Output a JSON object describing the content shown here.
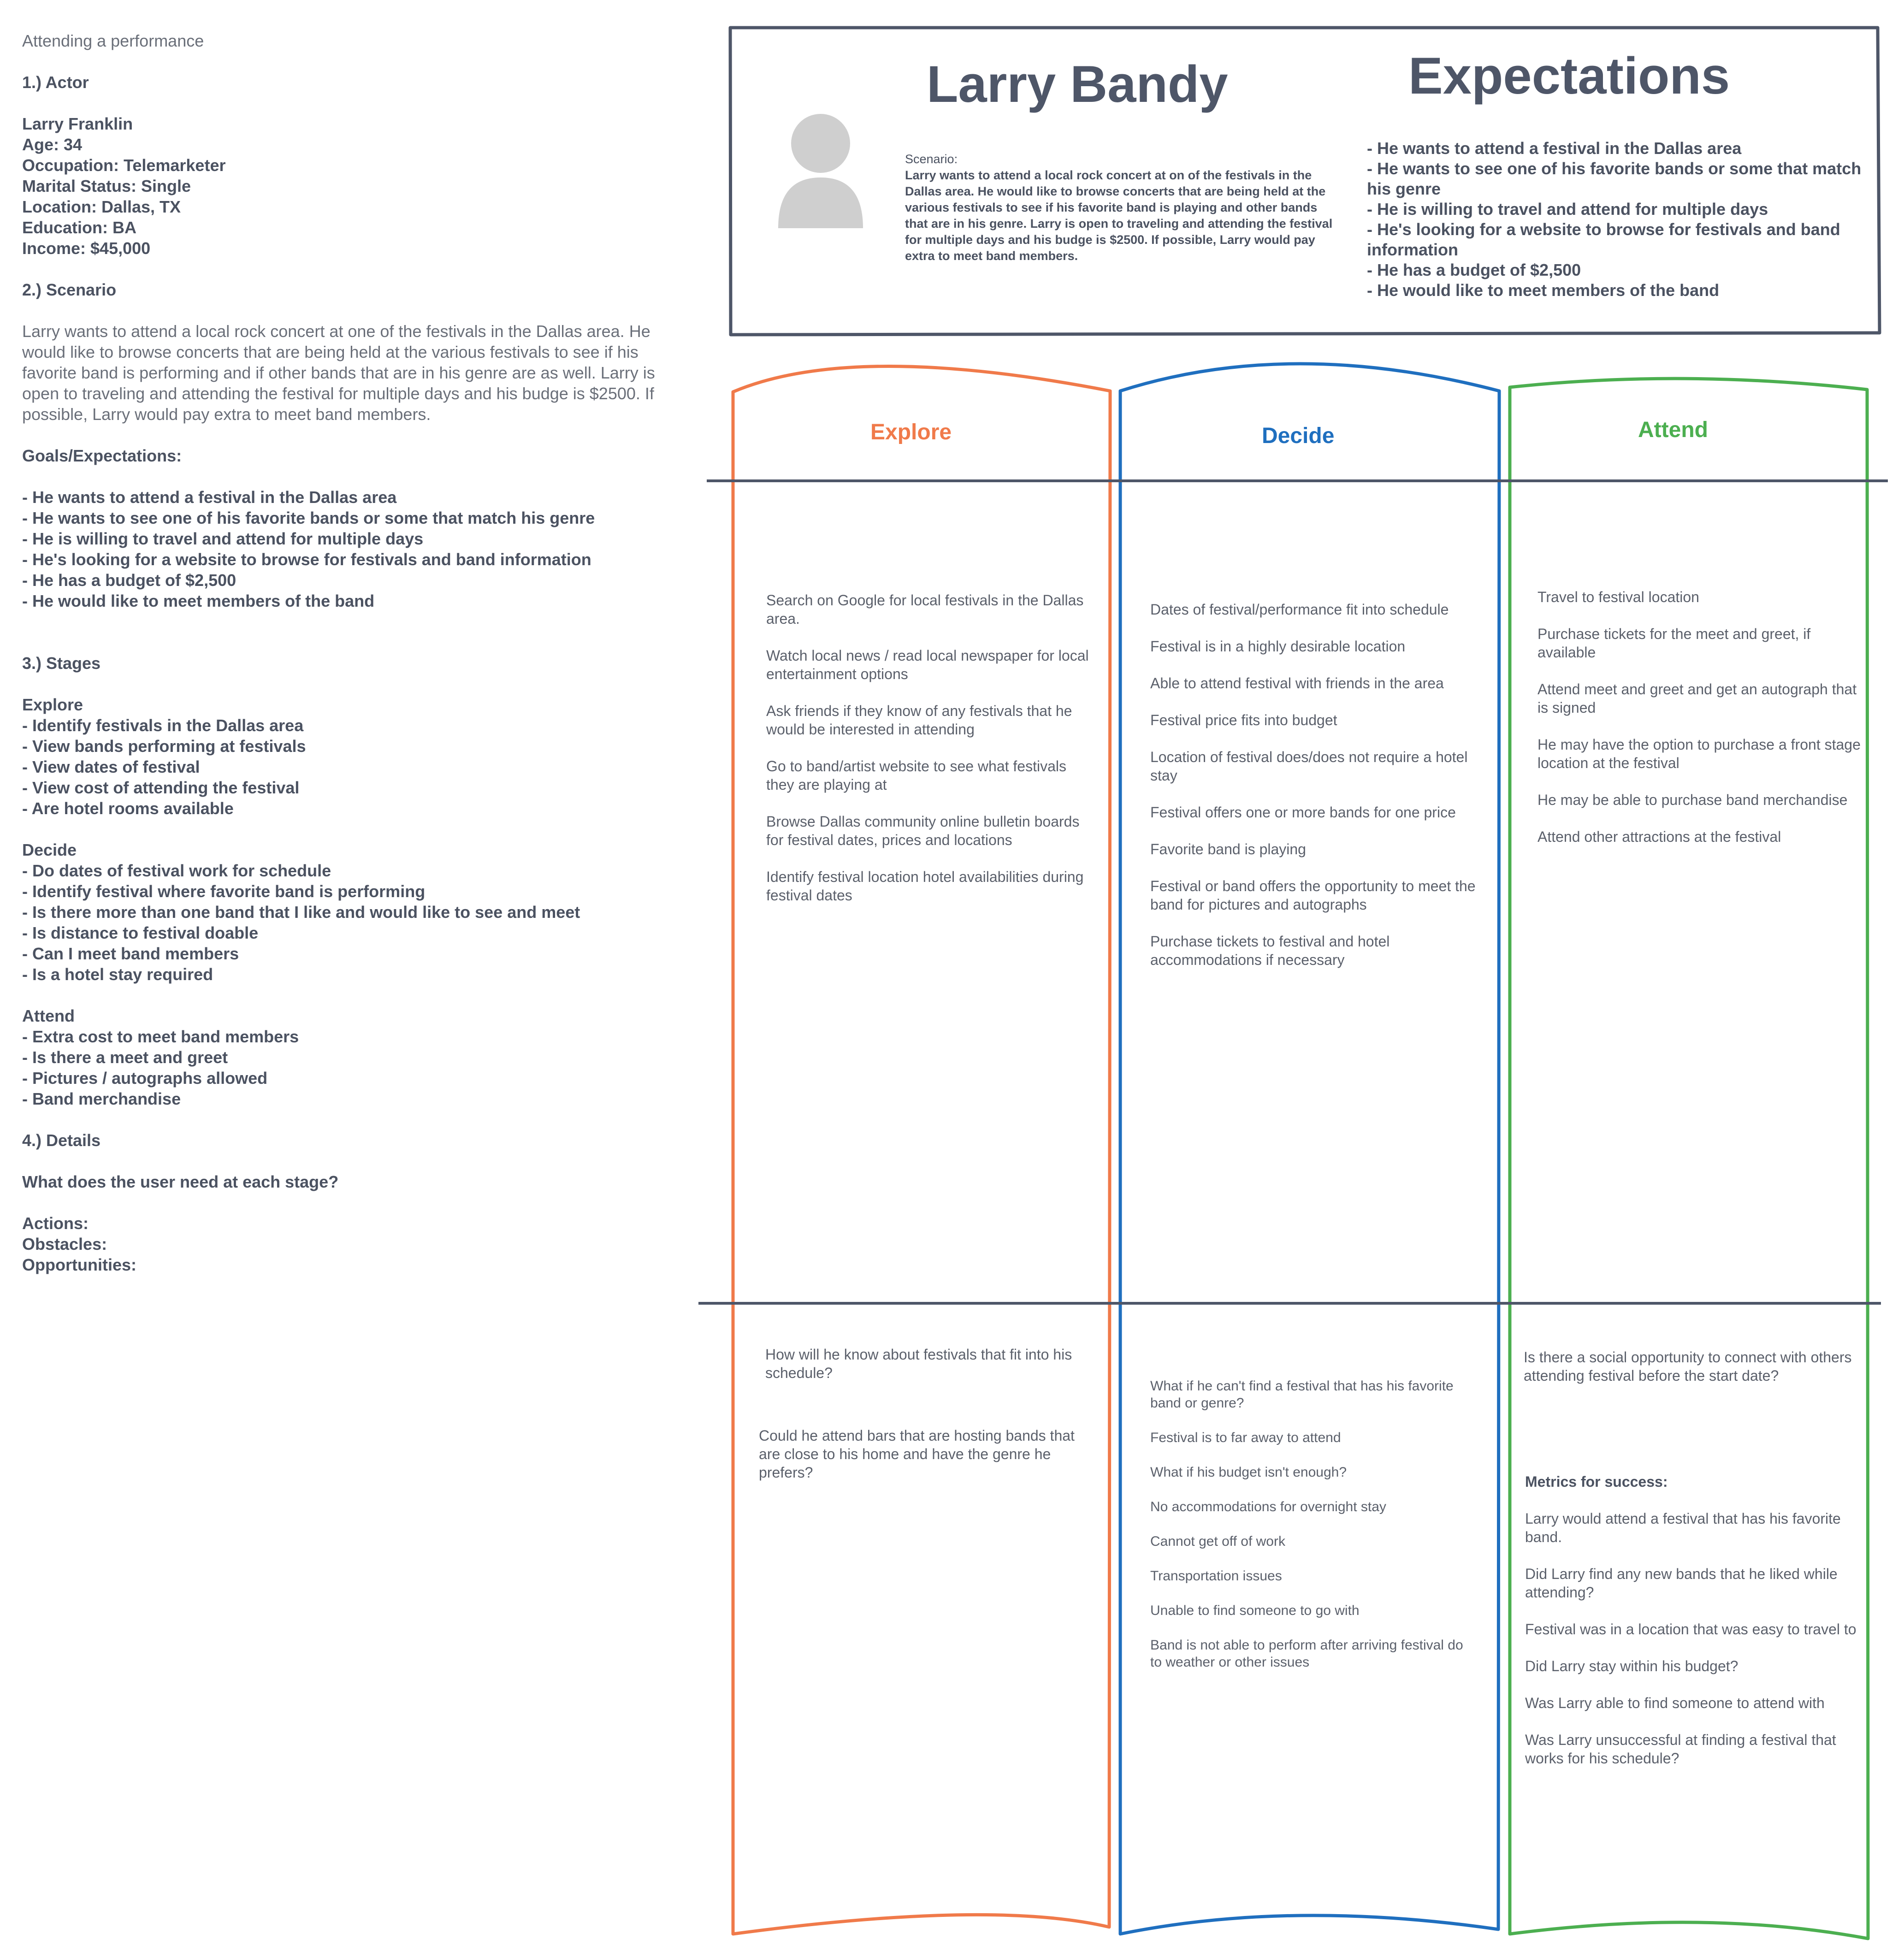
{
  "notes": {
    "title": "Attending a performance",
    "actor_heading": "1.) Actor",
    "actor_lines": [
      "Larry Franklin",
      "Age: 34",
      "Occupation: Telemarketer",
      "Marital Status: Single",
      "Location: Dallas, TX",
      "Education: BA",
      "Income: $45,000"
    ],
    "scenario_heading": "2.) Scenario",
    "scenario_text": "Larry wants to attend a local rock concert at one of the festivals in the Dallas area.  He would like to browse concerts that are being held at the various festivals to see if his favorite band is performing and if other bands that are in his genre are as well.  Larry is open to traveling and attending the festival for multiple days and his budge is $2500.  If possible, Larry would pay extra to meet band members.",
    "goals_heading": "Goals/Expectations:",
    "goals": [
      "- He wants to attend a festival in the Dallas area",
      "- He wants to see one of his favorite bands or some that match his genre",
      "- He is willing to travel and attend for multiple days",
      "- He's looking for a website to browse for festivals and band information",
      "- He has a budget of $2,500",
      "- He would like to meet members of the band"
    ],
    "stages_heading": "3.) Stages",
    "explore_heading": "Explore",
    "explore_items": [
      "- Identify festivals in the Dallas area",
      "- View bands performing at festivals",
      "- View dates of festival",
      "- View cost of attending the festival",
      "- Are hotel rooms available"
    ],
    "decide_heading": "Decide",
    "decide_items": [
      "- Do dates of festival work for schedule",
      "- Identify festival where favorite band is performing",
      "- Is there more than one band that I like and would like to see and meet",
      "- Is distance to festival doable",
      "- Can I meet band members",
      "- Is a hotel stay required"
    ],
    "attend_heading": "Attend",
    "attend_items": [
      "- Extra cost to meet band members",
      "- Is there a meet and greet",
      "- Pictures / autographs allowed",
      "- Band merchandise"
    ],
    "details_heading": "4.) Details",
    "details_question": "What does the user need at each stage?",
    "actions_label": "Actions:",
    "obstacles_label": "Obstacles:",
    "opportunities_label": "Opportunities:"
  },
  "card": {
    "name": "Larry Bandy",
    "expectations_title": "Expectations",
    "scenario_label": "Scenario:",
    "scenario_text": "Larry wants to attend a local rock concert at on of the festivals in the Dallas area.  He would like to browse concerts that are being held at the various festivals to see if his favorite band is playing and other bands that are in his genre.  Larry is open to traveling and attending the festival for multiple days and his budge is $2500.  If possible, Larry would pay extra to meet band members.",
    "expectations": [
      "- He wants to attend a festival in the Dallas area",
      "- He wants to see one of his favorite bands or some that match his genre",
      "- He is willing to travel and attend for multiple days",
      "- He's looking for a website to browse for festivals and band information",
      "- He has a budget of $2,500",
      "- He would like to meet members of the band"
    ]
  },
  "stages": {
    "explore": {
      "title": "Explore",
      "color": "#f07a4a",
      "actions": [
        "Search on Google for local festivals in the Dallas area.",
        "Watch local news / read local newspaper for local entertainment options",
        "Ask friends if they know of any festivals that he would be interested in attending",
        "Go to band/artist website to see what festivals they are playing at",
        "Browse Dallas community online bulletin boards for festival dates, prices and locations",
        "Identify festival location hotel availabilities during festival dates"
      ],
      "obstacles": [
        "How will he know about festivals that fit into his schedule?",
        "Could he attend bars that are hosting bands that are close to his home and have the genre he prefers?"
      ]
    },
    "decide": {
      "title": "Decide",
      "color": "#1f6fbf",
      "actions": [
        "Dates of festival/performance fit into schedule",
        "Festival is in a highly desirable location",
        "Able to attend festival with friends in the area",
        "Festival price fits into budget",
        "Location of festival does/does not require a hotel stay",
        "Festival offers one or more bands for one price",
        "Favorite band is playing",
        "Festival or band offers the opportunity to meet the band for pictures and autographs",
        "Purchase tickets to festival and hotel accommodations if necessary"
      ],
      "obstacles": [
        "What if he can't find a festival that has his favorite band or genre?",
        "Festival is to far away to attend",
        "What if his budget isn't enough?",
        "No accommodations for overnight stay",
        "Cannot get off of work",
        "Transportation issues",
        "Unable to find someone to go with",
        "Band is not able to perform after arriving festival do to weather or other issues"
      ]
    },
    "attend": {
      "title": "Attend",
      "color": "#4caf50",
      "actions": [
        "Travel to festival location",
        "Purchase tickets for the meet and greet, if available",
        "Attend meet and greet and get an autograph that is signed",
        "He may have the option to purchase a front stage location at the festival",
        "He may be able to purchase band merchandise",
        "Attend other attractions at the festival"
      ],
      "opportunity": "Is there a social opportunity to connect with others attending festival before the start date?",
      "metrics_title": "Metrics for success:",
      "metrics": [
        "Larry would attend a festival that has his favorite band.",
        "Did Larry find any new bands that he liked while attending?",
        "Festival was in a location that was easy to travel to",
        "Did Larry stay within his budget?",
        "Was Larry able to find someone to attend with",
        "Was Larry unsuccessful at finding a festival that works for his schedule?"
      ]
    }
  },
  "colors": {
    "frame": "#4e5668",
    "divider": "#4e5668",
    "text": "#4b5261"
  }
}
